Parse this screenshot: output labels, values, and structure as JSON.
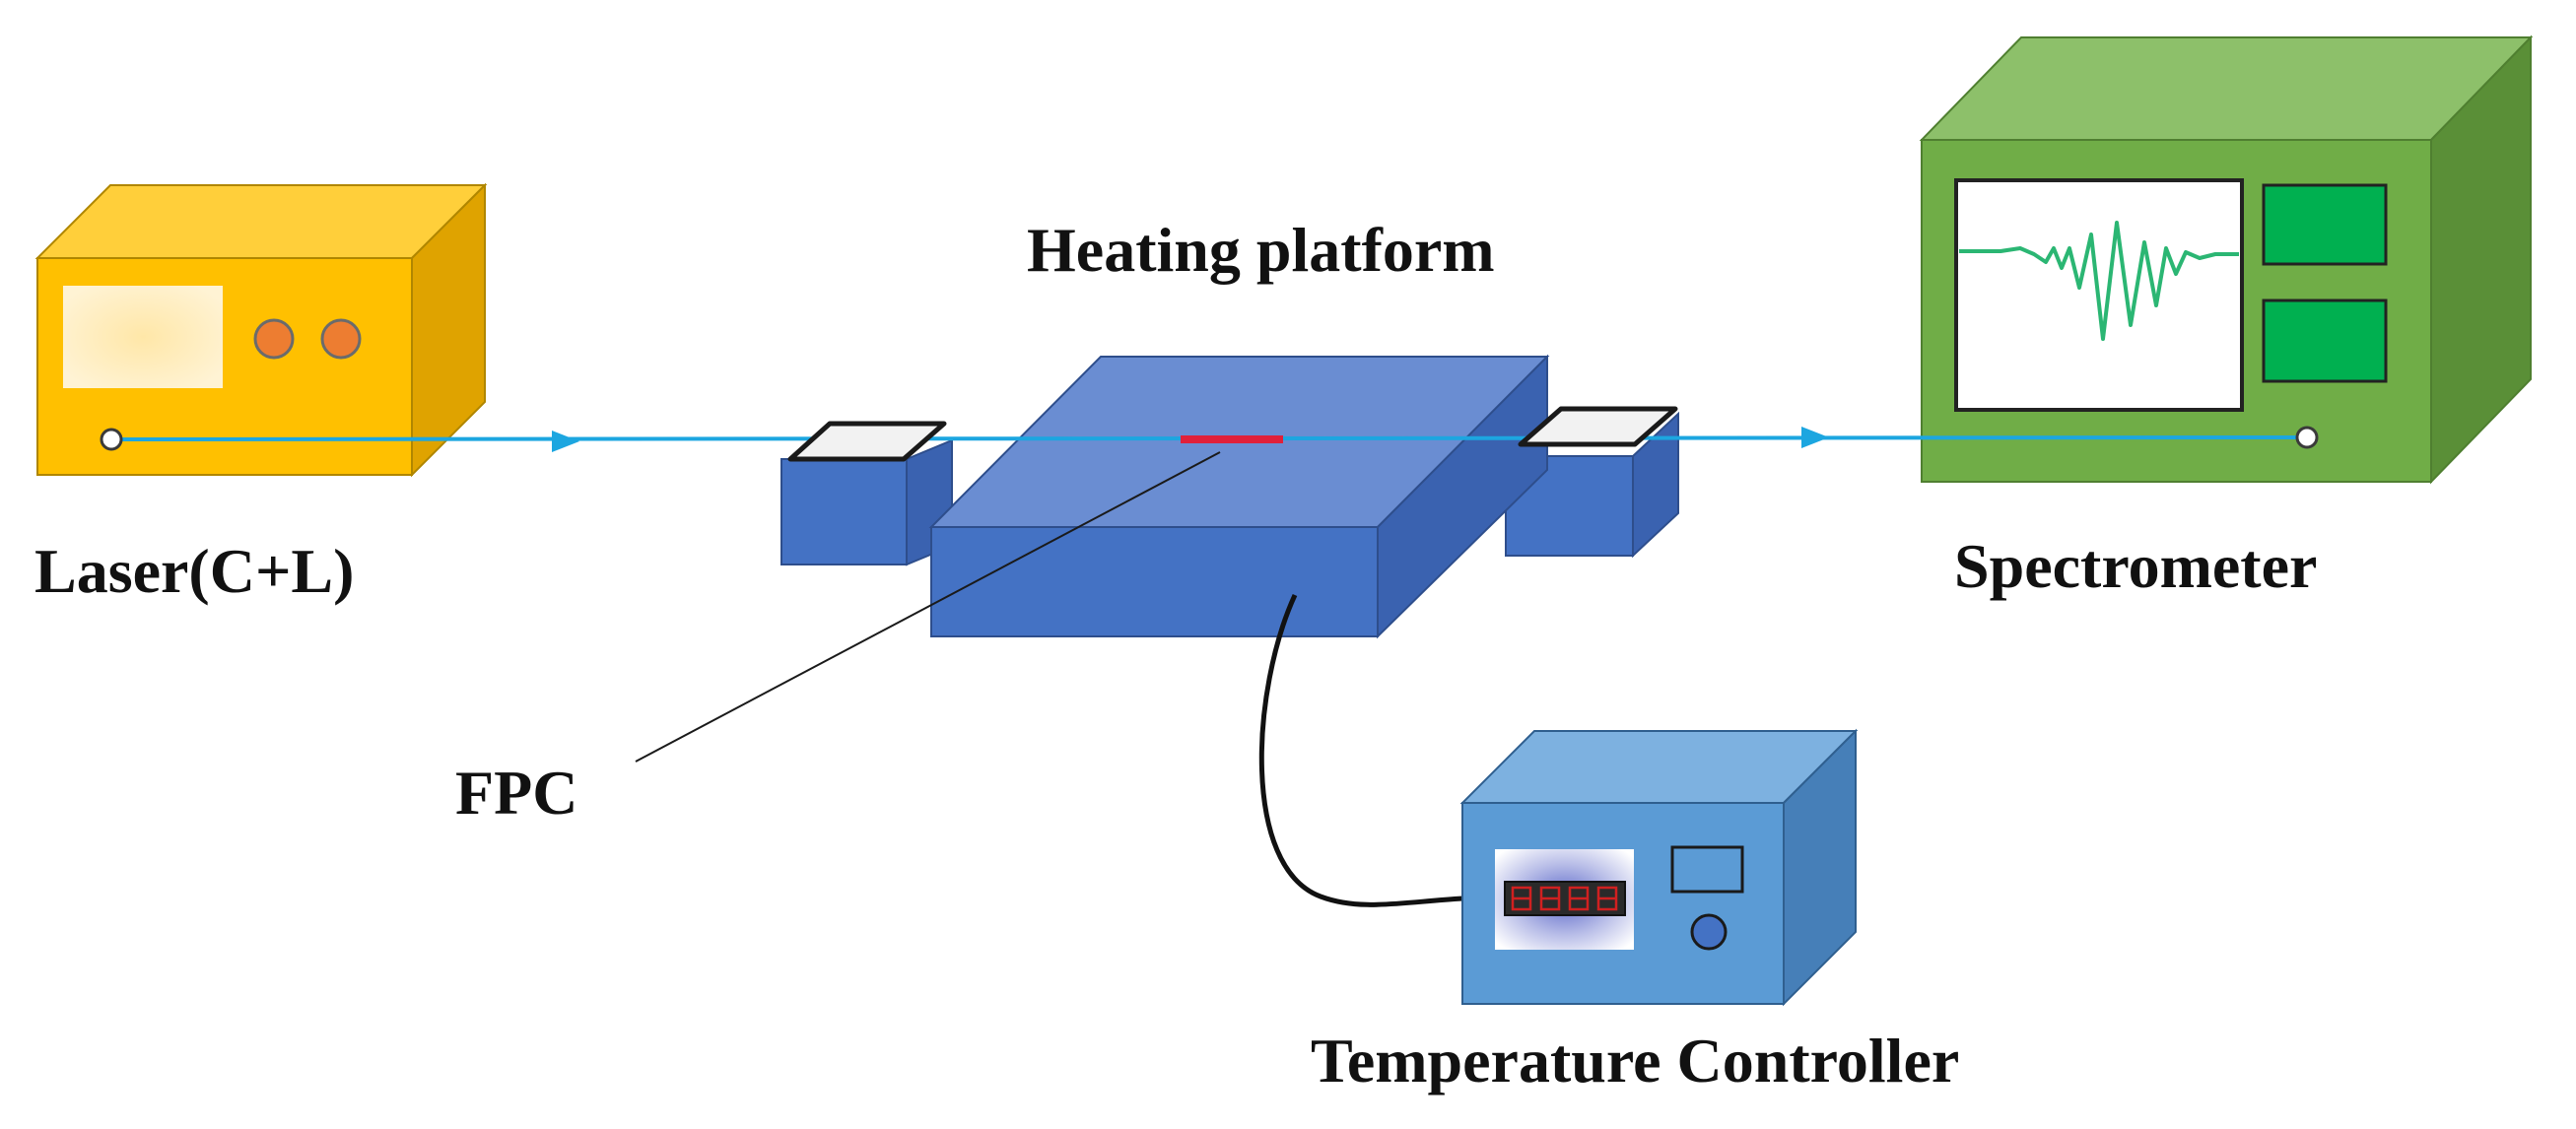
{
  "labels": {
    "laser": "Laser(C+L)",
    "heating_platform": "Heating platform",
    "spectrometer": "Spectrometer",
    "fpc": "FPC",
    "temperature_controller": "Temperature Controller"
  },
  "icons": {
    "laser_box": "laser-source-box",
    "heating_box": "heating-platform-block",
    "spectrometer_box": "spectrometer-box",
    "controller_box": "temperature-controller-box",
    "fiber": "optical-fiber-line",
    "direction": "arrowhead"
  },
  "colors": {
    "laser_front": "#FFC000",
    "laser_top": "#FFCF3A",
    "laser_side": "#DFA300",
    "laser_knob": "#ED7D31",
    "heater_front": "#4472C4",
    "heater_top": "#6A8DD2",
    "heater_side": "#3A62B0",
    "spectrometer_front": "#70AD47",
    "spectrometer_top": "#8DC06A",
    "spectrometer_side": "#5A8F37",
    "spectrometer_panel": "#00B050",
    "controller_front": "#5B9BD5",
    "controller_top": "#7DB1E0",
    "controller_side": "#467FB8",
    "fiber": "#1CA6E0",
    "fpc_marker": "#E0203A",
    "display_digits": "#D02020"
  }
}
